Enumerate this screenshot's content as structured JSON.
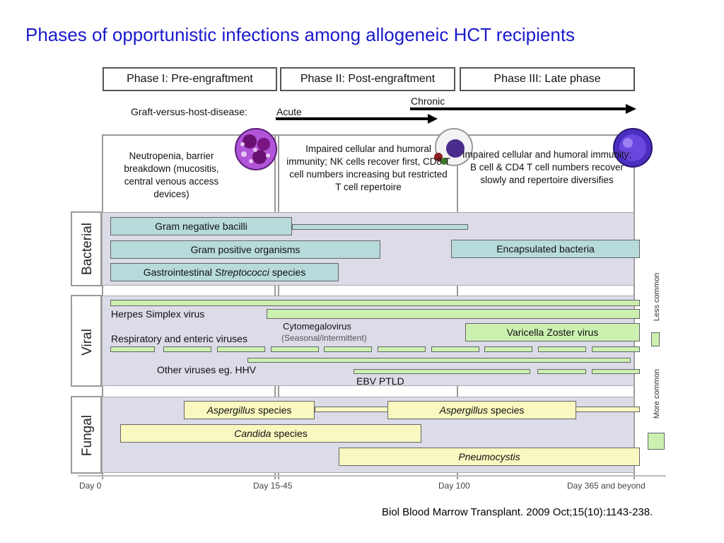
{
  "title": "Phases of opportunistic infections among allogeneic HCT recipients",
  "citation": "Biol Blood Marrow Transplant. 2009 Oct;15(10):1143-238.",
  "phases": [
    "Phase I: Pre-engraftment",
    "Phase II: Post-engraftment",
    "Phase III: Late phase"
  ],
  "gvhd": {
    "label": "Graft-versus-host-disease:",
    "acute": "Acute",
    "chronic": "Chronic"
  },
  "descriptions": [
    "Neutropenia, barrier breakdown (mucositis, central venous access devices)",
    "Impaired cellular and humoral immunity; NK cells recover first, CD8 T cell numbers increasing but restricted T cell repertoire",
    "Impaired cellular and humoral immunity; B cell & CD4 T cell numbers recover slowly and repertoire diversifies"
  ],
  "categories": {
    "bacterial": "Bacterial",
    "viral": "Viral",
    "fungal": "Fungal"
  },
  "bacterial": {
    "gram_negative": "Gram negative bacilli",
    "gram_positive": "Gram positive organisms",
    "gi_strep_prefix": "Gastrointestinal ",
    "gi_strep_italic": "Streptococci",
    "gi_strep_suffix": " species",
    "encapsulated": "Encapsulated bacteria"
  },
  "viral": {
    "hsv": "Herpes Simplex virus",
    "respiratory": "Respiratory and enteric viruses",
    "cmv": "Cytomegalovirus",
    "cmv_note": "(Seasonal/intermittent)",
    "vzv": "Varicella Zoster virus",
    "other": "Other viruses eg. HHV",
    "ebv": "EBV PTLD"
  },
  "fungal": {
    "asp_italic": "Aspergillus",
    "asp_suffix": " species",
    "candida_italic": "Candida",
    "candida_suffix": " species",
    "pneumo": "Pneumocystis"
  },
  "legend": {
    "less": "Less common",
    "more": "More common"
  },
  "timeline": [
    "Day 0",
    "Day 15-45",
    "Day 100",
    "Day 365 and beyond"
  ],
  "colors": {
    "title": "#1a1acc",
    "bacterial_bar": "#b7dada",
    "green_bar": "#ccf0b0",
    "yellow_bar": "#f8f8c0",
    "band": "#dcdbe8"
  },
  "icons": [
    "neutrophil-cell-icon",
    "nk-cell-icon",
    "lymphocyte-cell-icon"
  ]
}
